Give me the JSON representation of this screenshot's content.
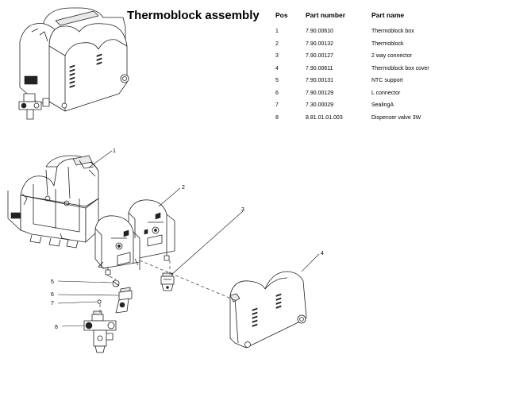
{
  "title": "Thermoblock assembly",
  "table": {
    "headers": {
      "pos": "Pos",
      "part_number": "Part number",
      "part_name": "Part name"
    },
    "rows": [
      {
        "pos": "1",
        "part_number": "7.90.00610",
        "part_name": "Thermoblock box"
      },
      {
        "pos": "2",
        "part_number": "7.90.00132",
        "part_name": "Thermoblock"
      },
      {
        "pos": "3",
        "part_number": "7.90.00127",
        "part_name": "2 way connector"
      },
      {
        "pos": "4",
        "part_number": "7.90.00611",
        "part_name": "Thermoblock box cover"
      },
      {
        "pos": "5",
        "part_number": "7.90.00131",
        "part_name": "NTC support"
      },
      {
        "pos": "6",
        "part_number": "7.90.00129",
        "part_name": "L connector"
      },
      {
        "pos": "7",
        "part_number": "7.30.00029",
        "part_name": "SealingA"
      },
      {
        "pos": "8",
        "part_number": "8.81.01.01.003",
        "part_name": "Dispenser valve 3W"
      }
    ]
  },
  "callouts": [
    "1",
    "2",
    "3",
    "4",
    "5",
    "6",
    "7",
    "8"
  ]
}
